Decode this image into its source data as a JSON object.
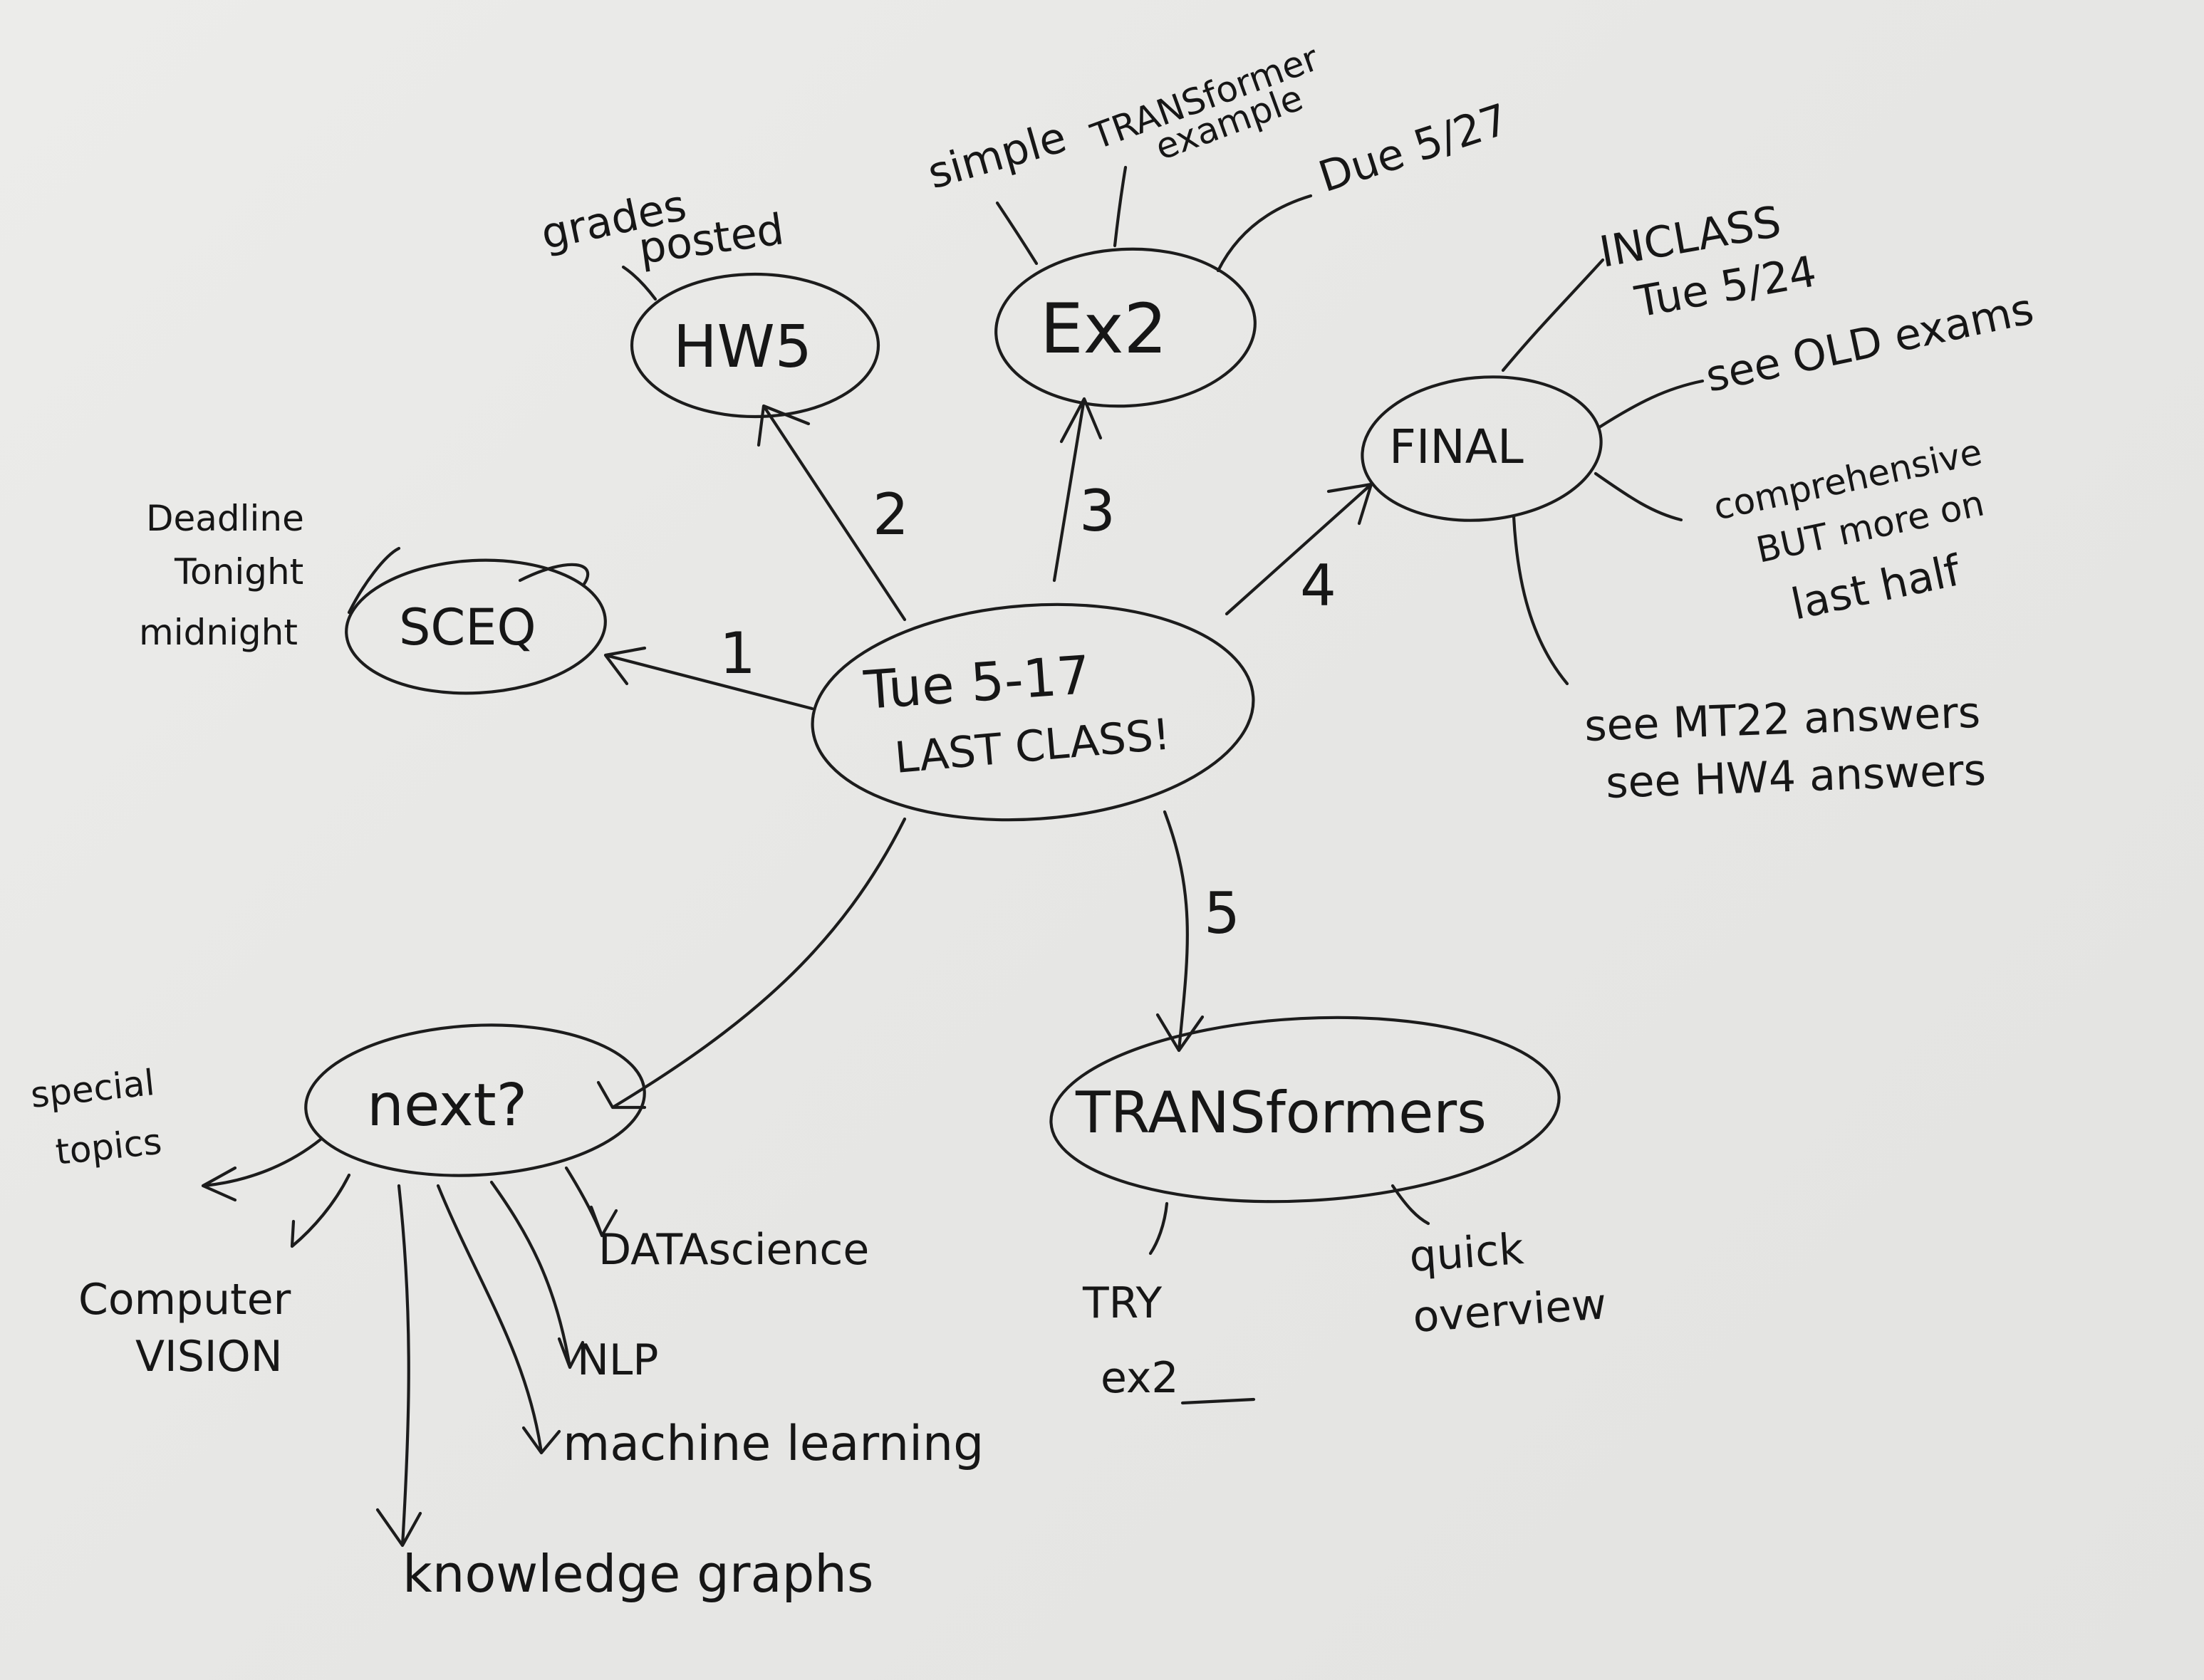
{
  "center": {
    "line1": "Tue 5-17",
    "line2": "LAST CLASS!"
  },
  "nodes": {
    "sceq": "SCEQ",
    "hw5": "HW5",
    "ex2": "Ex2",
    "final": "FINAL",
    "transformers": "TRANSformers",
    "next": "next?"
  },
  "numbers": [
    "1",
    "2",
    "3",
    "4",
    "5"
  ],
  "notes": {
    "sceq": [
      "Deadline",
      "Tonight",
      "midnight"
    ],
    "hw5": [
      "grades",
      "posted"
    ],
    "ex2_left": "simple",
    "ex2_mid": [
      "TRANSformer",
      "example"
    ],
    "ex2_right": "Due 5/27",
    "final_inclass": [
      "INCLASS",
      "Tue 5/24"
    ],
    "final_old": "see OLD exams",
    "final_comp": [
      "comprehensive",
      "BUT more on",
      "last half"
    ],
    "final_answers": [
      "see MT22 answers",
      "see HW4 answers"
    ],
    "transformers_try": [
      "TRY",
      "ex2"
    ],
    "transformers_quick": [
      "quick",
      "overview"
    ],
    "next_special": [
      "special",
      "topics"
    ],
    "next_cv": [
      "Computer",
      "VISION"
    ],
    "next_ds": "DATAscience",
    "next_nlp": "NLP",
    "next_ml": "machine learning",
    "next_kg": "knowledge graphs"
  },
  "colors": {
    "ink": "#1c1c1c",
    "paper": "#e9e9e7"
  }
}
